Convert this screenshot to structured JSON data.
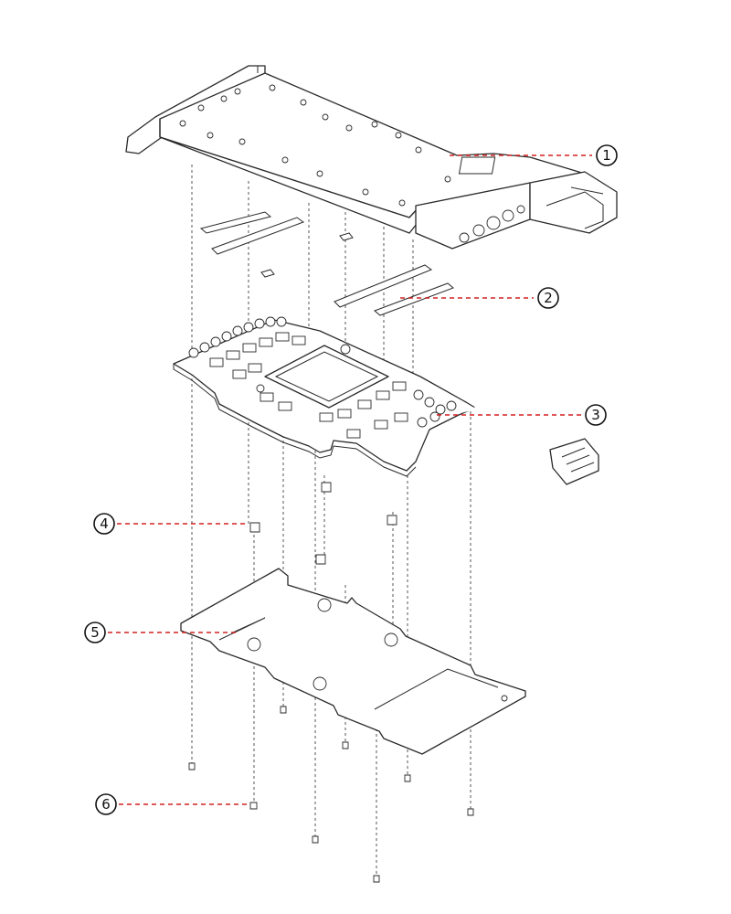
{
  "colors": {
    "line": "#2a2a2a",
    "leader": "#d42020",
    "background": "#ffffff"
  },
  "callouts": [
    {
      "label": "1",
      "part": "backplate-cover"
    },
    {
      "label": "2",
      "part": "thermal-pads"
    },
    {
      "label": "3",
      "part": "circuit-board"
    },
    {
      "label": "4",
      "part": "standoffs"
    },
    {
      "label": "5",
      "part": "rear-plate"
    },
    {
      "label": "6",
      "part": "screws"
    }
  ]
}
